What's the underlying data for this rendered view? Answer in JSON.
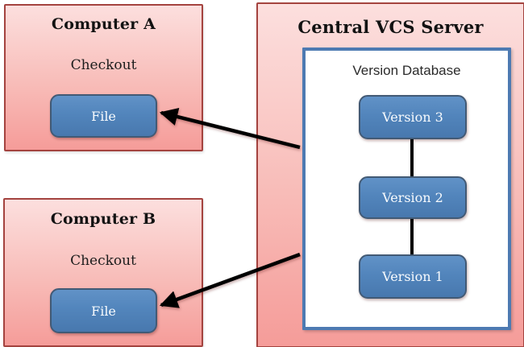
{
  "diagram": {
    "type": "centralized-version-control-diagram",
    "computer_a": {
      "title": "Computer A",
      "action_label": "Checkout",
      "file_label": "File"
    },
    "computer_b": {
      "title": "Computer B",
      "action_label": "Checkout",
      "file_label": "File"
    },
    "server": {
      "title": "Central VCS Server",
      "database": {
        "title": "Version Database",
        "versions": [
          "Version 3",
          "Version 2",
          "Version 1"
        ]
      }
    },
    "arrows": [
      {
        "name": "checkout-arrow-to-computer-a",
        "from": "version-database",
        "to": "computer-a-file"
      },
      {
        "name": "checkout-arrow-to-computer-b",
        "from": "version-database",
        "to": "computer-b-file"
      }
    ],
    "colors": {
      "panel_fill_top": "#fcdfde",
      "panel_fill_bottom": "#f59c99",
      "panel_border": "#a4433f",
      "node_fill": "#4f81bd",
      "node_border": "#425a75",
      "node_text": "#f7fafd",
      "database_fill": "#ffffff",
      "database_border": "#4d7ab2",
      "connector": "#000000",
      "arrow": "#000000",
      "title_text": "#121212",
      "background": "#ffffff"
    }
  }
}
